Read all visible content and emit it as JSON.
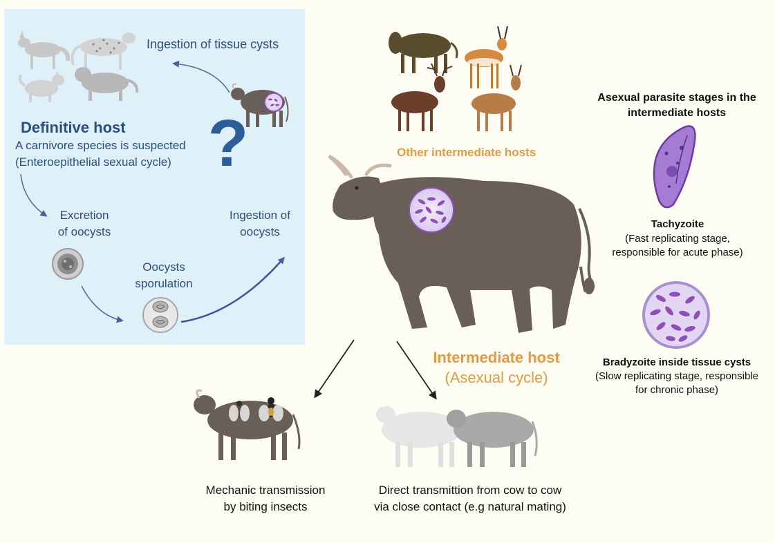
{
  "definitive": {
    "ingestion_tissue": "Ingestion of tissue cysts",
    "title": "Definitive host",
    "desc_line1": "A carnivore species is suspected",
    "desc_line2": "(Enteroepithelial sexual cycle)",
    "question_mark": "?",
    "excretion_line1": "Excretion",
    "excretion_line2": "of oocysts",
    "ingestion_oocysts_line1": "Ingestion of",
    "ingestion_oocysts_line2": "oocysts",
    "sporulation_line1": "Oocysts",
    "sporulation_line2": "sporulation"
  },
  "other_hosts_label": "Other intermediate hosts",
  "intermediate": {
    "title": "Intermediate host",
    "subtitle": "(Asexual cycle)"
  },
  "stages": {
    "title_line1": "Asexual parasite stages in the",
    "title_line2": "intermediate hosts",
    "tachyzoite": "Tachyzoite",
    "tachyzoite_desc1": "(Fast replicating stage,",
    "tachyzoite_desc2": "responsible for acute phase)",
    "bradyzoite": "Bradyzoite inside tissue cysts",
    "bradyzoite_desc1": "(Slow replicating stage, responsible",
    "bradyzoite_desc2": "for chronic phase)"
  },
  "transmission": {
    "mechanic_line1": "Mechanic transmission",
    "mechanic_line2": "by biting insects",
    "direct_line1": "Direct transmittion from cow to cow",
    "direct_line2": "via close contact (e.g  natural mating)"
  },
  "colors": {
    "panel": "#dff1f8",
    "blue_text": "#2a4e80",
    "orange_text": "#e7993d",
    "cattle": "#6a5f58",
    "parasite": "#8e4fb8"
  }
}
